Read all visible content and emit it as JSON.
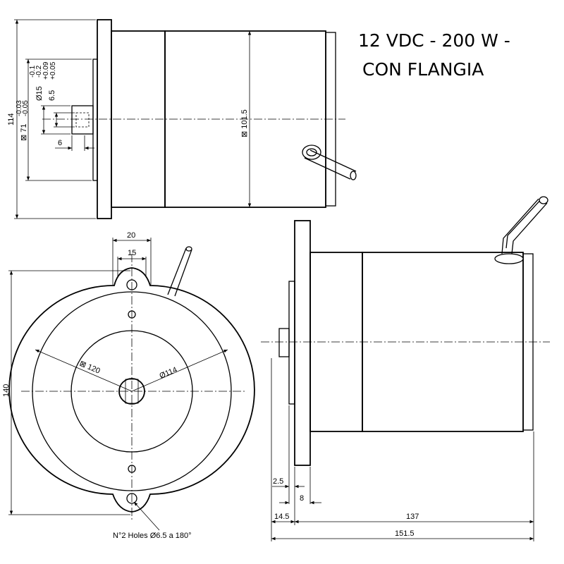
{
  "title": {
    "line1": "12 VDC - 200 W -",
    "line2": "CON FLANGIA"
  },
  "top_view": {
    "dim_height_total": "114",
    "dim_flange_sq": "⊠ 71",
    "dim_flange_tol_up": "-0.03",
    "dim_flange_tol_dn": "-0.05",
    "dim_shaft_dia": "Ø15",
    "dim_shaft_tol_up": "-0.1",
    "dim_shaft_tol_dn": "-0.2",
    "dim_key": "6.5",
    "dim_key_tol_up": "+0.09",
    "dim_key_tol_dn": "+0.05",
    "dim_key_len": "6",
    "dim_body_sq": "⊠ 101.5"
  },
  "front_view": {
    "dim_top_outer": "20",
    "dim_top_inner": "15",
    "dim_height": "140",
    "dim_sq_120": "⊠ 120",
    "dim_dia_114": "Ø114",
    "holes_note": "N°2 Holes Ø6.5 a 180°"
  },
  "side_view": {
    "dim_2_5": "2.5",
    "dim_8": "8",
    "dim_14_5": "14.5",
    "dim_137": "137",
    "dim_151_5": "151.5"
  }
}
